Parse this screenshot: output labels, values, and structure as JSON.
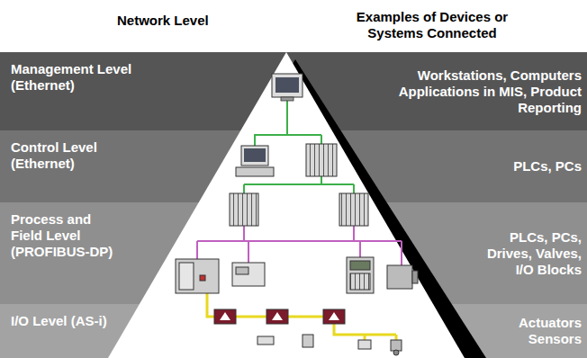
{
  "diagram": {
    "nodes": [
      {
        "text": [
          "Management Level (Ethernet)",
          "Workstations, Computers Applications in MIS, Product Reporting"
        ]
      },
      {
        "text": [
          "Control Level (Ethernet)",
          "PLCs, PCs"
        ]
      },
      {
        "text": [
          "Process and Field Level (PROFIBUS-DP)",
          "PLCs, PCs, Drives, Valves, I/O Blocks"
        ]
      },
      {
        "text": [
          "I/O Level (AS-i)",
          "Actuators Sensors"
        ]
      }
    ],
    "labels": [
      "Network Level",
      "Examples of Devices or Systems Connected"
    ]
  }
}
